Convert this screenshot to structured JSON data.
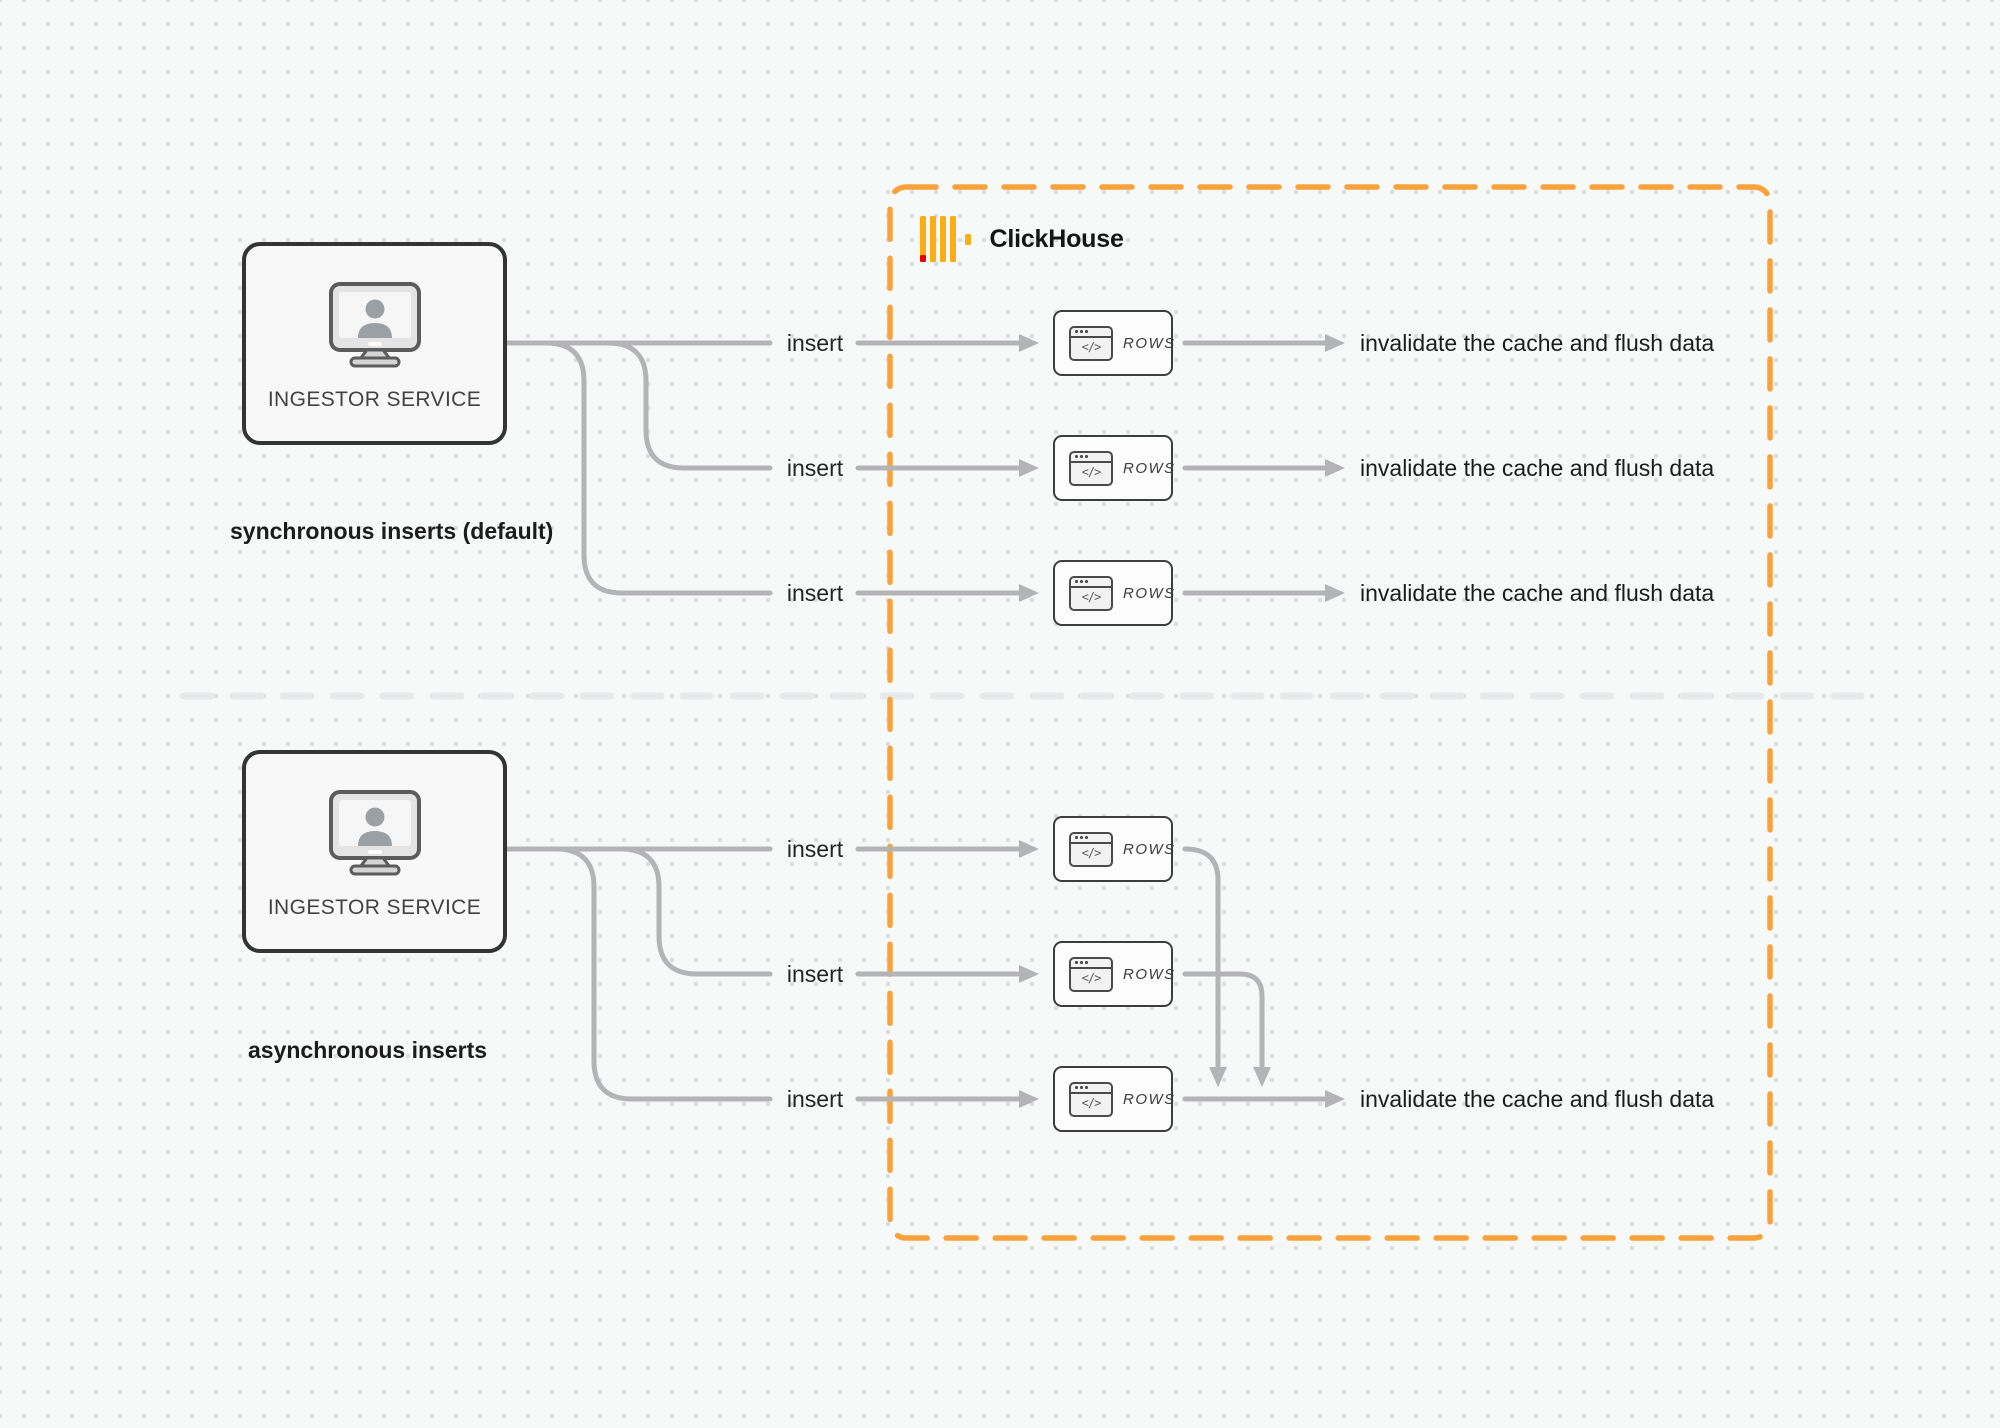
{
  "diagram": {
    "clickhouse": {
      "brand": "ClickHouse"
    },
    "sync": {
      "service": "INGESTOR SERVICE",
      "caption": "synchronous inserts (default)",
      "rows": [
        {
          "insert": "insert",
          "card": "ROWS",
          "result": "invalidate the cache and flush data"
        },
        {
          "insert": "insert",
          "card": "ROWS",
          "result": "invalidate the cache and flush data"
        },
        {
          "insert": "insert",
          "card": "ROWS",
          "result": "invalidate the cache and flush data"
        }
      ]
    },
    "async": {
      "service": "INGESTOR SERVICE",
      "caption": "asynchronous inserts",
      "rows": [
        {
          "insert": "insert",
          "card": "ROWS"
        },
        {
          "insert": "insert",
          "card": "ROWS"
        },
        {
          "insert": "insert",
          "card": "ROWS"
        }
      ],
      "result": "invalidate the cache and flush data"
    },
    "icons": {
      "code_glyph": "</>"
    },
    "colors": {
      "accent_orange": "#f9a23b",
      "connector_gray": "#b4b4b6",
      "logo_yellow": "#fbad14",
      "logo_red": "#ec0000"
    }
  }
}
